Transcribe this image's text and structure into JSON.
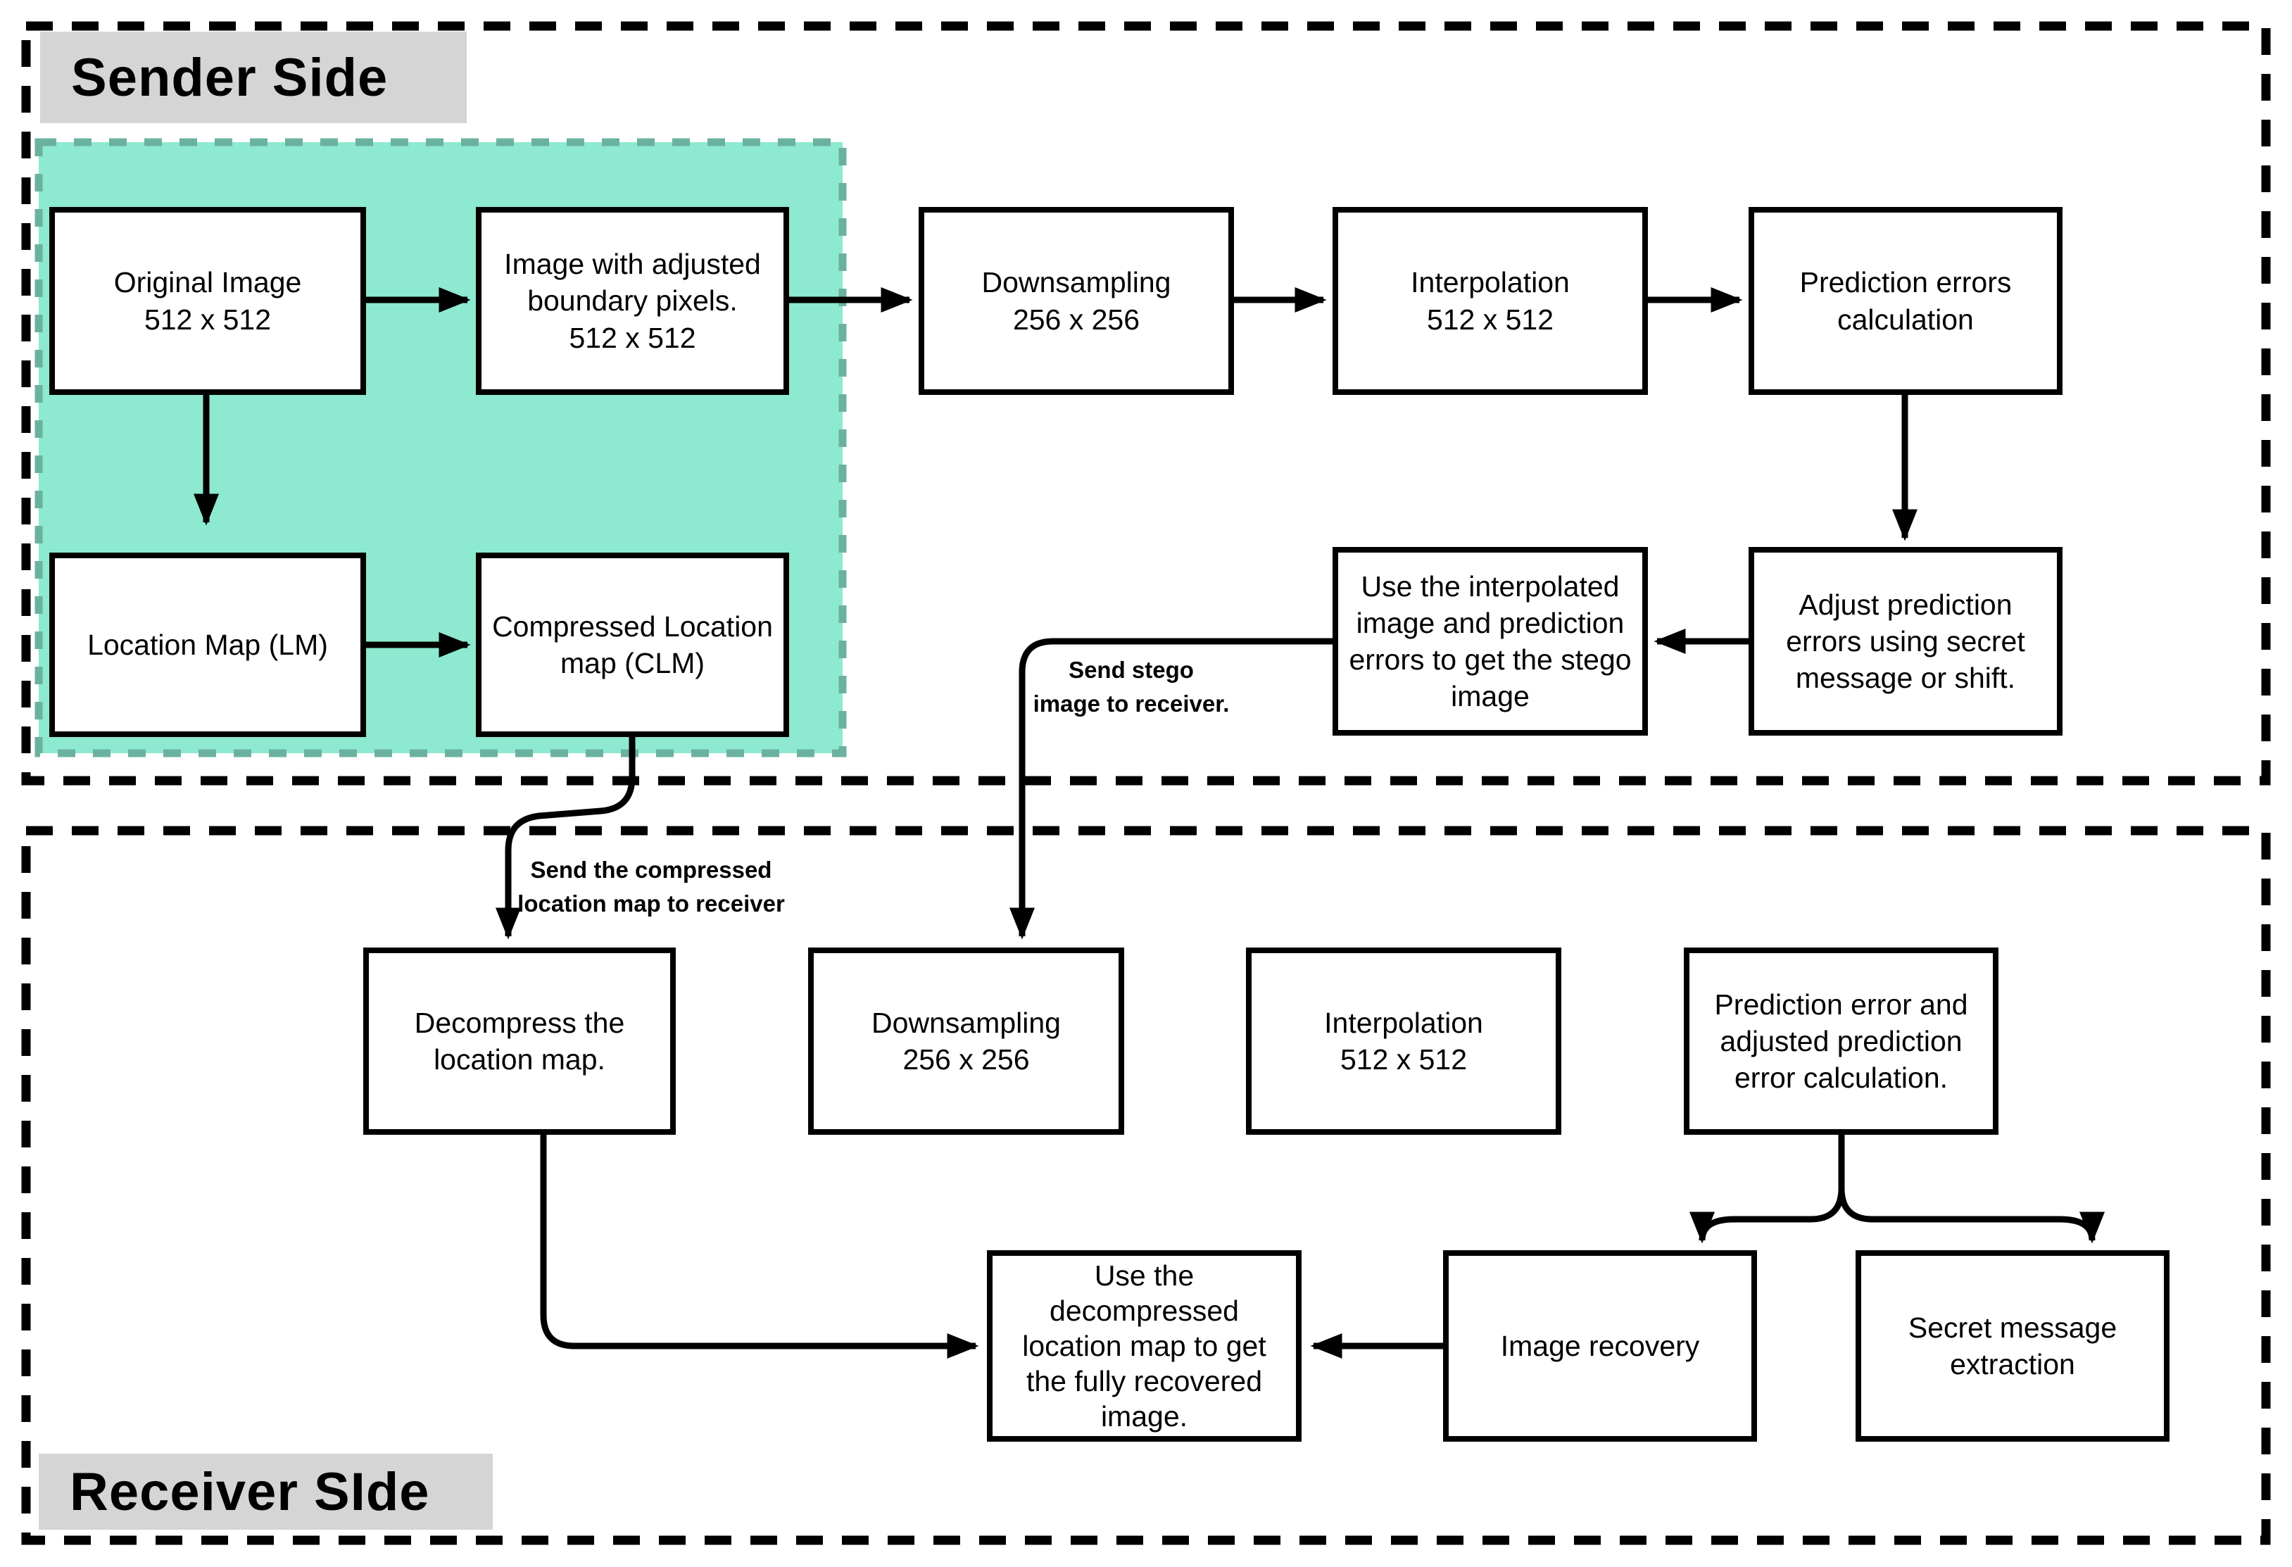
{
  "titles": {
    "sender": "Sender Side",
    "receiver": "Receiver SIde"
  },
  "colors": {
    "highlight_fill": "#8DE9CF",
    "highlight_border": "#6BB1A0",
    "zone_label_bg": "#D5D5D5",
    "line": "#000000",
    "background": "#FFFFFF"
  },
  "boxes": [
    {
      "id": "original-image",
      "label": "Original Image\n512 x 512"
    },
    {
      "id": "adjusted-boundary-image",
      "label": "Image with adjusted\nboundary pixels.\n512 x 512"
    },
    {
      "id": "downsampling-sender",
      "label": "Downsampling\n256 x 256"
    },
    {
      "id": "interpolation-sender",
      "label": "Interpolation\n512 x 512"
    },
    {
      "id": "prediction-errors-calc",
      "label": "Prediction errors\ncalculation"
    },
    {
      "id": "location-map",
      "label": "Location Map (LM)"
    },
    {
      "id": "compressed-location-map",
      "label": "Compressed Location\nmap (CLM)"
    },
    {
      "id": "stego-image",
      "label": "Use the interpolated\nimage and prediction\nerrors to get the stego\nimage"
    },
    {
      "id": "adjust-prediction-errors",
      "label": "Adjust prediction\nerrors using secret\nmessage or shift."
    },
    {
      "id": "decompress-location-map",
      "label": "Decompress the\nlocation map."
    },
    {
      "id": "downsampling-receiver",
      "label": "Downsampling\n256 x 256"
    },
    {
      "id": "interpolation-receiver",
      "label": "Interpolation\n512 x 512"
    },
    {
      "id": "prediction-error-adjusted",
      "label": "Prediction error and\nadjusted prediction\nerror calculation."
    },
    {
      "id": "fully-recovered-image",
      "label": "Use the\ndecompressed\nlocation map to get\nthe fully recovered\nimage."
    },
    {
      "id": "image-recovery",
      "label": "Image recovery"
    },
    {
      "id": "secret-message-extraction",
      "label": "Secret message\nextraction"
    }
  ],
  "edge_labels": [
    {
      "id": "send-clm",
      "text": "Send the compressed\nlocation map to receiver"
    },
    {
      "id": "send-stego",
      "text": "Send stego\nimage to receiver."
    }
  ]
}
